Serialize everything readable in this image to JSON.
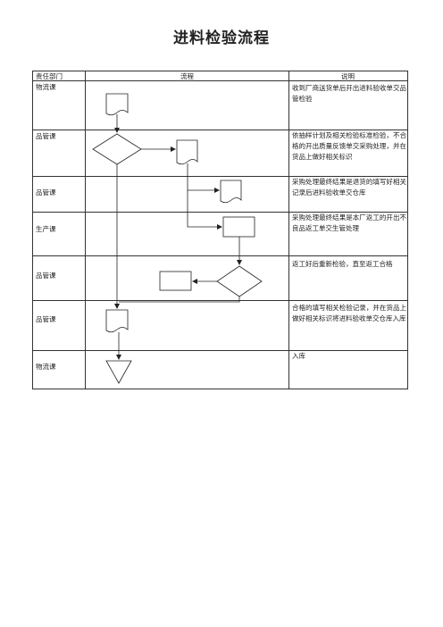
{
  "title": "进料检验流程",
  "headers": {
    "dept": "责任部门",
    "flow": "流程",
    "desc": "说明"
  },
  "rows": [
    {
      "dept": "物流课",
      "desc": "收到厂商送货单后开出进料验收单交品管检验"
    },
    {
      "dept": "品管课",
      "desc": "依抽样计划及相关检验标准检验，不合格的开出质量反馈单交采购处理，并在货品上做好相关标识"
    },
    {
      "dept": "品管课",
      "desc": "采购处理最终结果是退货的填写好相关记录后进料验收单交仓库"
    },
    {
      "dept": "生产课",
      "desc": "采购处理最终结果是本厂返工的开出不良品返工单交生管处理"
    },
    {
      "dept": "品管课",
      "desc": "返工好后重新检验，直至返工合格"
    },
    {
      "dept": "品管课",
      "desc": "合格的填写相关检验记录，并在货品上做好相关标识将进料验收单交仓库入库"
    },
    {
      "dept": "物流课",
      "desc": "入库"
    }
  ]
}
